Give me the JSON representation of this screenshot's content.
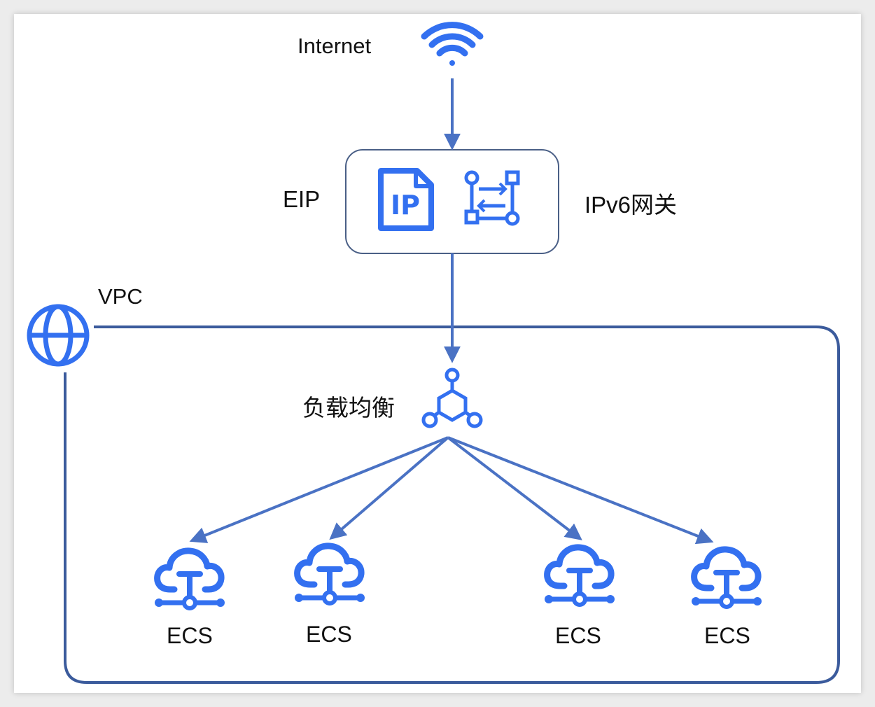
{
  "labels": {
    "internet": "Internet",
    "eip": "EIP",
    "ipv6_gateway": "IPv6网关",
    "vpc": "VPC",
    "load_balancer": "负载均衡"
  },
  "eip_icon_text": "IP",
  "ecs_nodes": [
    {
      "label": "ECS"
    },
    {
      "label": "ECS"
    },
    {
      "label": "ECS"
    },
    {
      "label": "ECS"
    }
  ],
  "colors": {
    "icon_blue": "#3370f0",
    "line_blue": "#4a72c4",
    "vpc_border": "#3b5b9c",
    "eip_box_border": "#4a5f86"
  }
}
